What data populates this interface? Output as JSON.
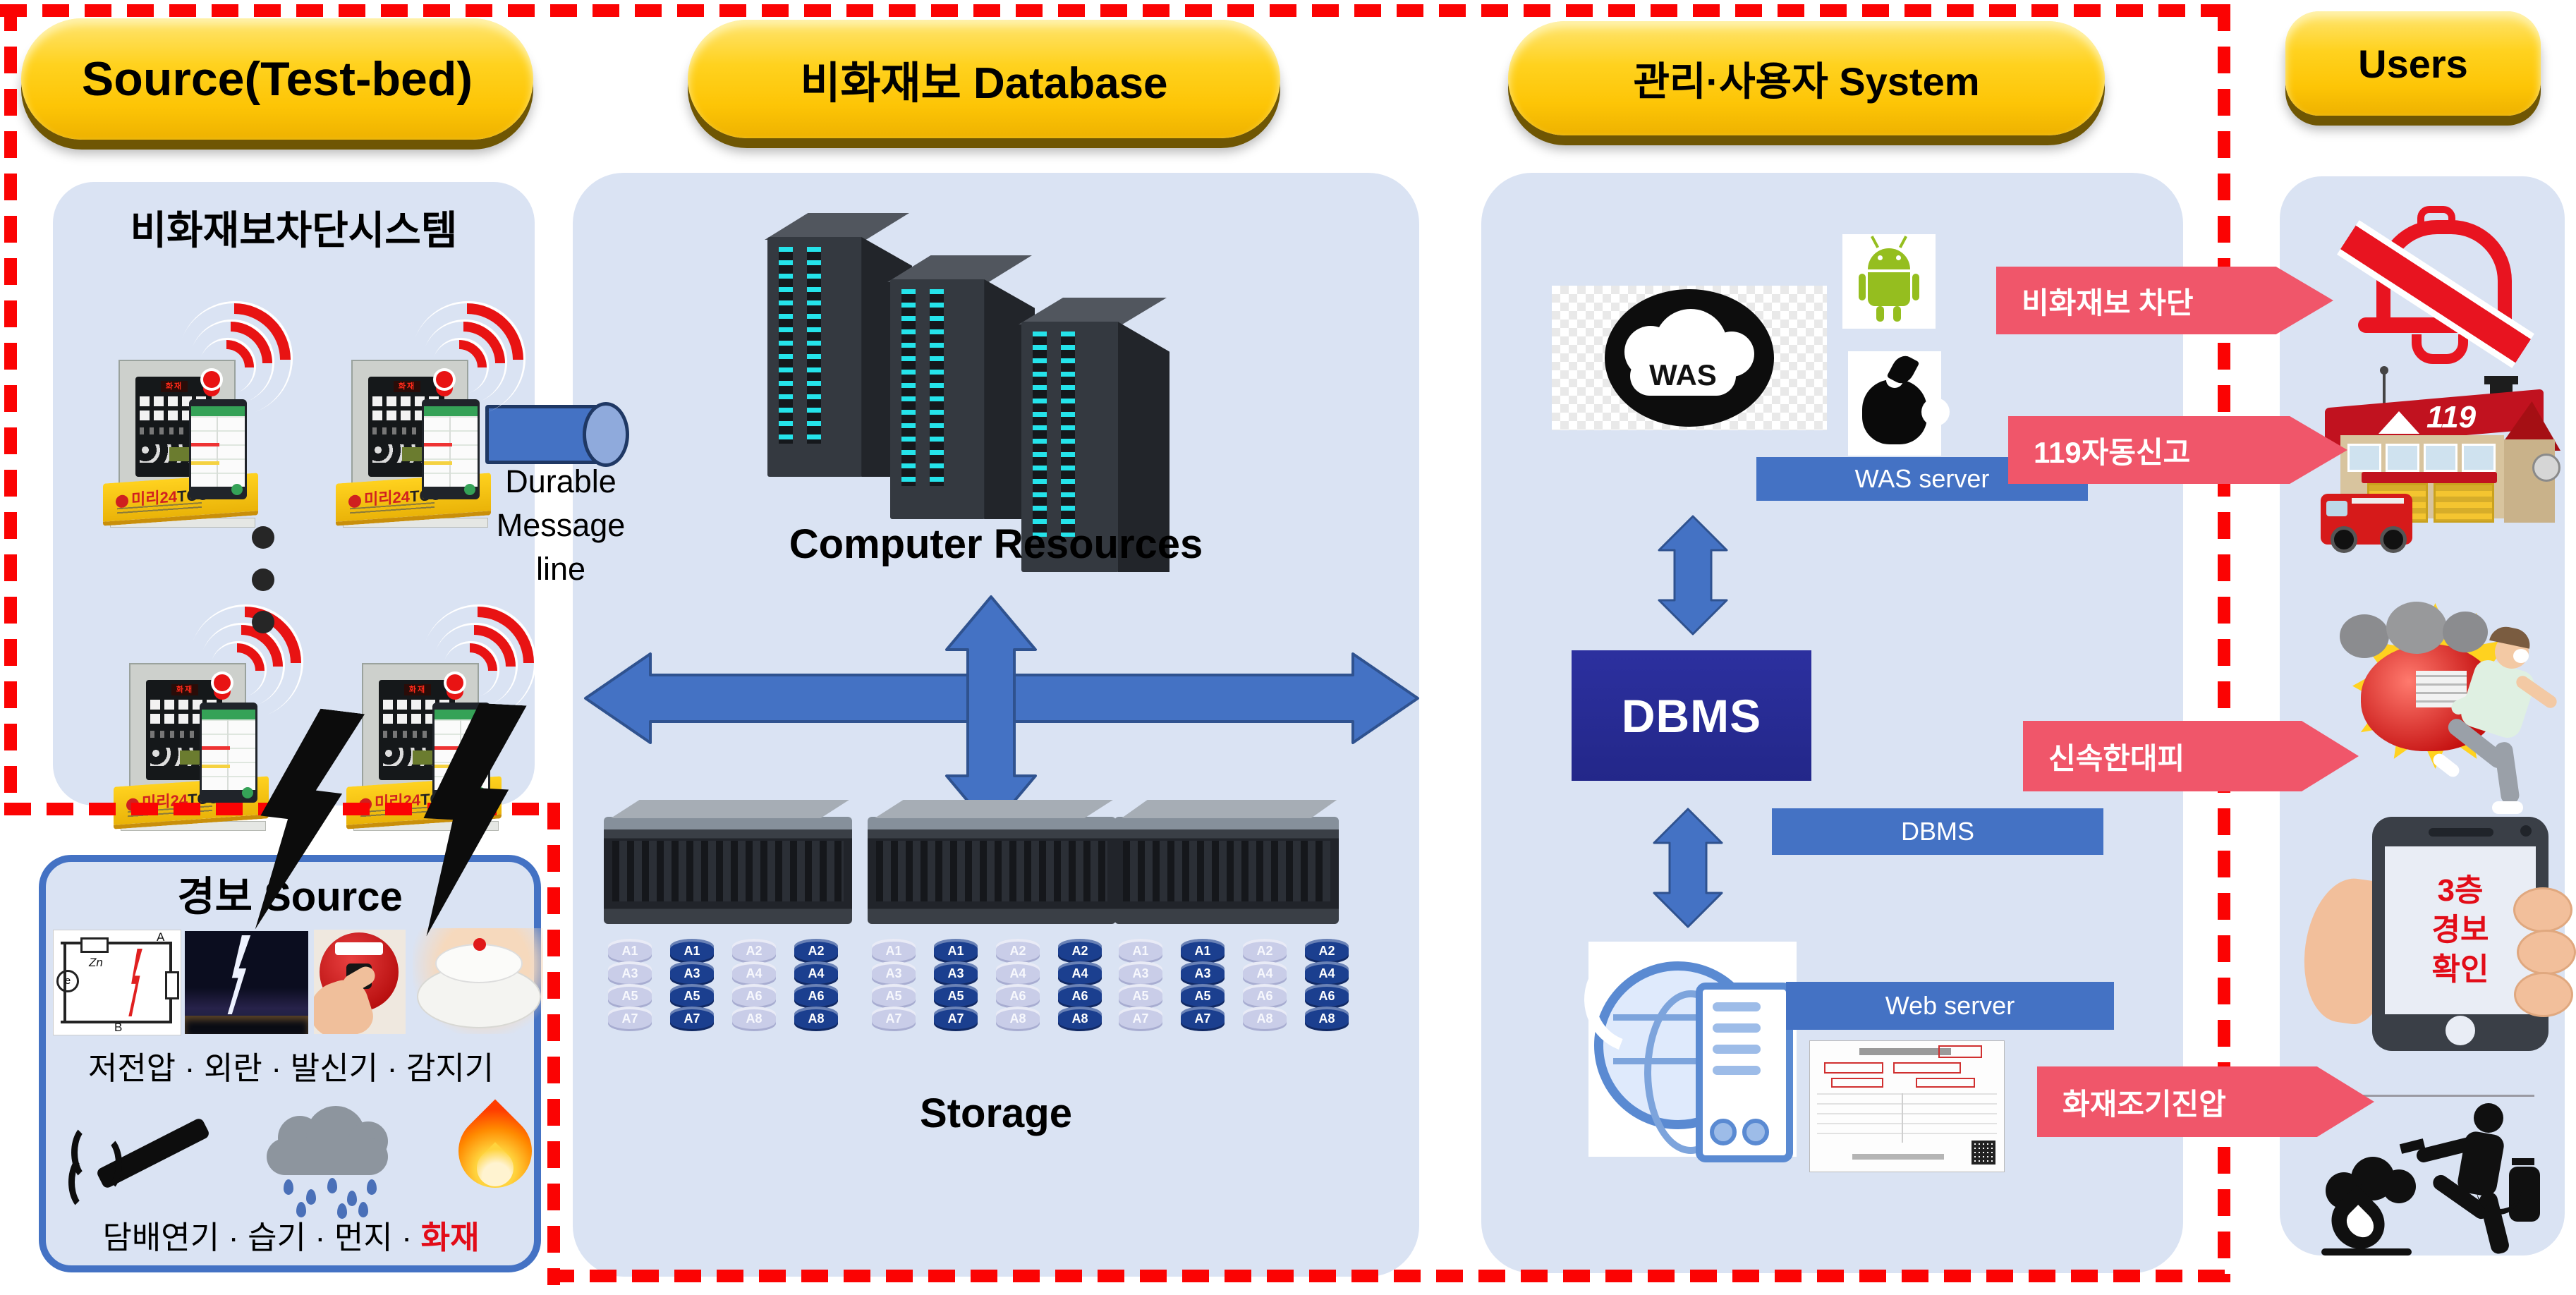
{
  "headers": {
    "source": "Source(Test-bed)",
    "database": "비화재보 Database",
    "system": "관리·사용자 System",
    "users": "Users"
  },
  "source_panel": {
    "title": "비화재보차단시스템",
    "device_brand": "미리24",
    "device_model": "TCU",
    "device_display": "화재"
  },
  "durable_message": {
    "lines": [
      "Durable",
      "Message",
      "line"
    ]
  },
  "alarm_source": {
    "title": "경보 Source",
    "row1_caption": "저전압 · 외란 · 발신기 · 감지기",
    "row2_caption_prefix": "담배연기 · 습기 · 먼지 · ",
    "row2_caption_highlight": "화재",
    "circuit": {
      "label_a": "A",
      "label_b": "B",
      "label_zn": "Zn",
      "label_e": "e"
    }
  },
  "database_panel": {
    "computer_resources": "Computer Resources",
    "storage": "Storage",
    "stacks": [
      {
        "tone": "light",
        "labels": [
          "A1",
          "A3",
          "A5",
          "A7"
        ]
      },
      {
        "tone": "dark",
        "labels": [
          "A1",
          "A3",
          "A5",
          "A7"
        ]
      },
      {
        "tone": "light",
        "labels": [
          "A2",
          "A4",
          "A6",
          "A8"
        ]
      },
      {
        "tone": "dark",
        "labels": [
          "A2",
          "A4",
          "A6",
          "A8"
        ]
      }
    ]
  },
  "system_panel": {
    "was_text": "WAS",
    "was_server": "WAS server",
    "dbms_box": "DBMS",
    "dbms_server": "DBMS",
    "web_server": "Web server"
  },
  "users_panel": {
    "station_number": "119",
    "phone_lines": [
      "3층",
      "경보",
      "확인"
    ]
  },
  "flow_labels": {
    "block": "비화재보 차단",
    "report": "119자동신고",
    "evacuate": "신속한대피",
    "suppress": "화재조기진압"
  },
  "colors": {
    "accent_blue": "#4472c4",
    "panel_blue": "#dae3f3",
    "pink": "#f0566a",
    "dash_red": "#fb0303",
    "pill_yellow": "#ffd21f",
    "dbms_navy": "#272e9c",
    "cylinder_dark": "#1b3f8f",
    "cylinder_light": "#c9cde8"
  }
}
